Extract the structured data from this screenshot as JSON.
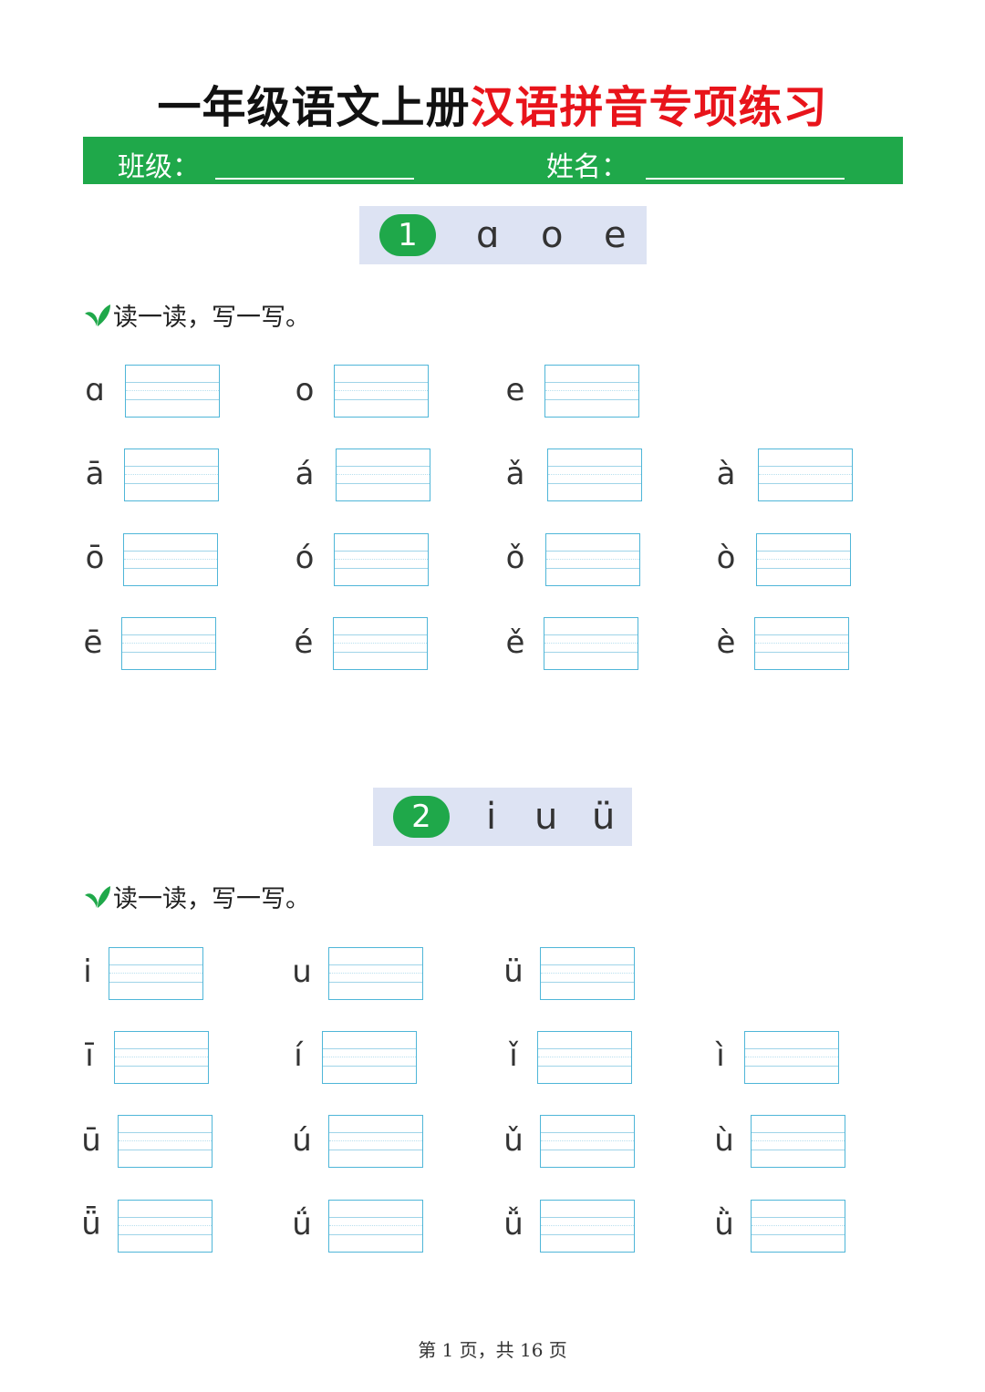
{
  "title": {
    "part1": "一年级语文上册",
    "part2": "汉语拼音专项练习"
  },
  "info": {
    "class_label": "班级：",
    "name_label": "姓名："
  },
  "colors": {
    "green": "#1fa84a",
    "red": "#e8141b",
    "header_bg": "#dde3f3",
    "box_border": "#4fb6d8"
  },
  "section1": {
    "number": "1",
    "letters": [
      "ɑ",
      "o",
      "e"
    ],
    "instruction": "读一读，写一写。",
    "rows": [
      [
        "ɑ",
        "o",
        "e"
      ],
      [
        "ā",
        "á",
        "ǎ",
        "à"
      ],
      [
        "ō",
        "ó",
        "ǒ",
        "ò"
      ],
      [
        "ē",
        "é",
        "ě",
        "è"
      ]
    ]
  },
  "section2": {
    "number": "2",
    "letters": [
      "i",
      "u",
      "ü"
    ],
    "instruction": "读一读，写一写。",
    "rows": [
      [
        "i",
        "u",
        "ü"
      ],
      [
        "ī",
        "í",
        "ǐ",
        "ì"
      ],
      [
        "ū",
        "ú",
        "ǔ",
        "ù"
      ],
      [
        "ǖ",
        "ǘ",
        "ǚ",
        "ǜ"
      ]
    ]
  },
  "footer": "第 1 页，共 16 页"
}
